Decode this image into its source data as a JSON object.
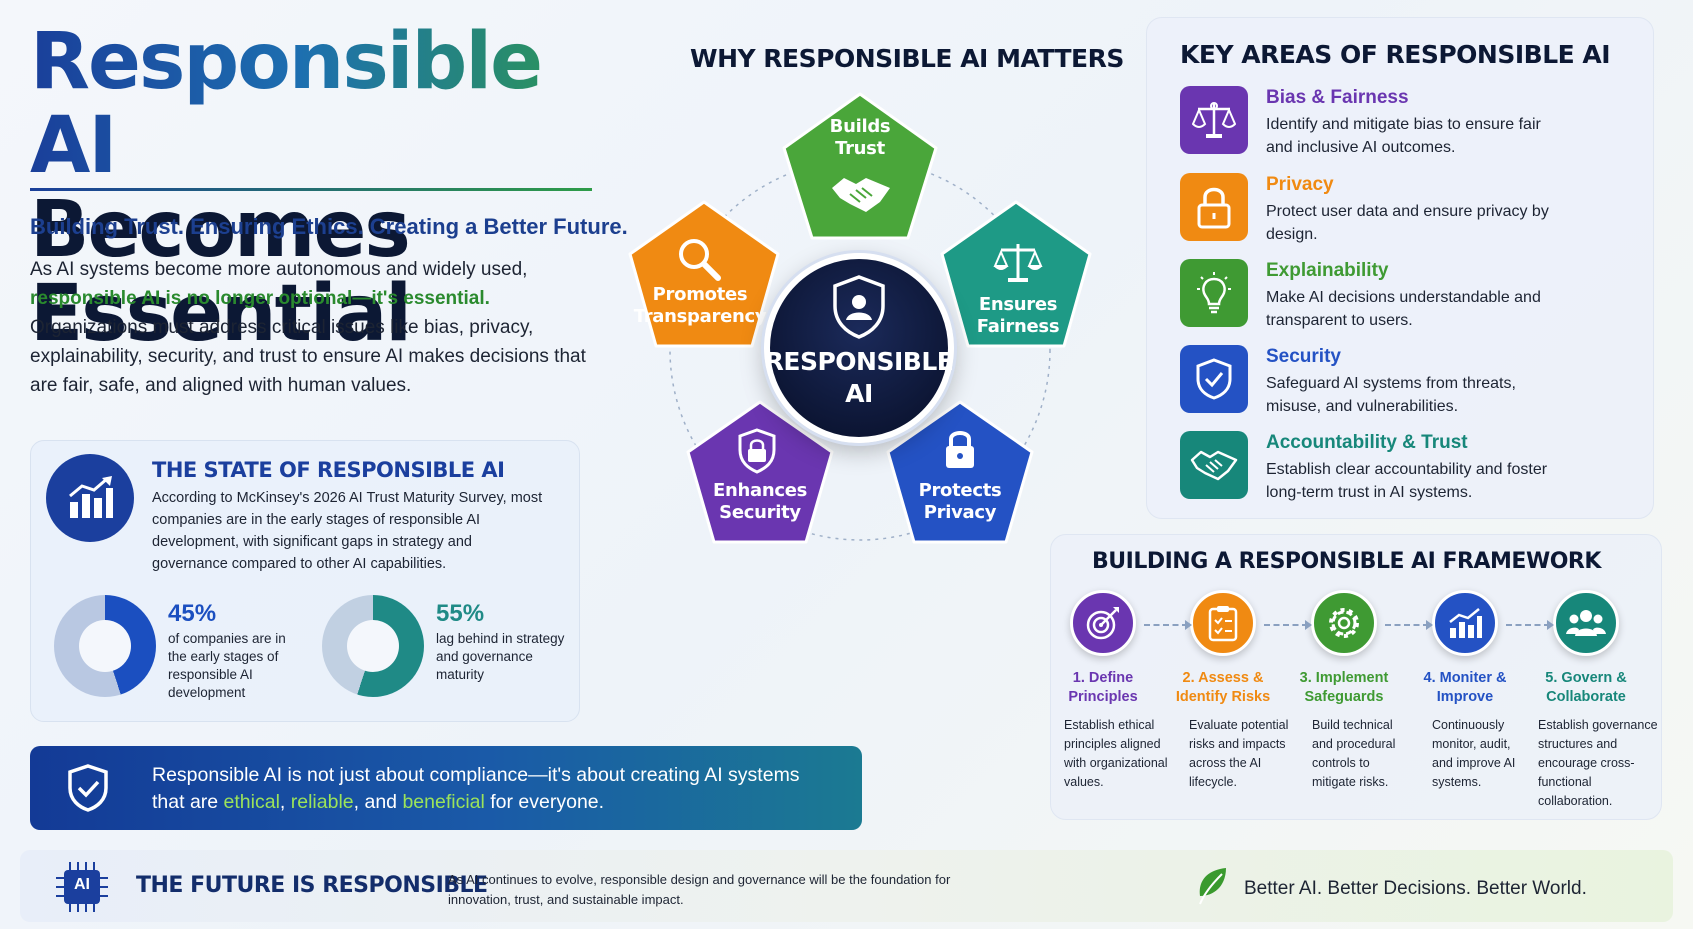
{
  "hero": {
    "title_line1": "Responsible AI",
    "title_line2": "Becomes Essential",
    "tagline": "Building Trust. Ensuring Ethics. Creating a Better Future.",
    "body_part1": "As AI systems become more autonomous and widely used,",
    "body_highlight": "responsible AI is no longer optional—it's essential.",
    "body_part2": "Organizations must address critical issues like bias, privacy, explainability, security, and trust to ensure AI makes decisions that are fair, safe, and aligned with human values."
  },
  "state": {
    "title": "THE STATE OF RESPONSIBLE AI",
    "text": "According to McKinsey's 2026 AI Trust Maturity Survey, most companies are in the early stages of responsible AI development, with significant gaps in strategy and governance compared to other AI capabilities.",
    "stats": [
      {
        "value": "45%",
        "percent": 45,
        "label": "of companies are in the early stages of responsible AI development",
        "color": "#1b4fc0"
      },
      {
        "value": "55%",
        "percent": 55,
        "label": "lag behind in strategy and governance maturity",
        "color": "#1f8a86"
      }
    ]
  },
  "banner": {
    "part1": "Responsible AI is not just about compliance—it's about creating AI systems that are ",
    "w1": "ethical",
    "sep1": ", ",
    "w2": "reliable",
    "sep2": ", and ",
    "w3": "beneficial",
    "part2": " for everyone."
  },
  "footer": {
    "chip_label": "AI",
    "title": "THE FUTURE IS RESPONSIBLE",
    "text": "As AI continues to evolve, responsible design and governance will be the foundation for innovation, trust, and sustainable impact.",
    "tagline": "Better AI. Better Decisions. Better World."
  },
  "why": {
    "title": "WHY RESPONSIBLE AI MATTERS",
    "center_line1": "RESPONSIBLE",
    "center_line2": "AI",
    "pillars": [
      {
        "line1": "Builds",
        "line2": "Trust",
        "color": "#4aa63a",
        "icon": "handshake-icon"
      },
      {
        "line1": "Ensures",
        "line2": "Fairness",
        "color": "#1e9a86",
        "icon": "scales-icon"
      },
      {
        "line1": "Protects",
        "line2": "Privacy",
        "color": "#2452c4",
        "icon": "lock-icon"
      },
      {
        "line1": "Enhances",
        "line2": "Security",
        "color": "#6a36b0",
        "icon": "shield-lock-icon"
      },
      {
        "line1": "Promotes",
        "line2": "Transparency",
        "color": "#f08a12",
        "icon": "magnifier-icon"
      }
    ]
  },
  "key_areas": {
    "title": "KEY AREAS OF RESPONSIBLE AI",
    "items": [
      {
        "title": "Bias & Fairness",
        "desc": "Identify and mitigate bias to ensure fair and inclusive AI outcomes.",
        "color": "#6a36b0",
        "icon": "scales-icon"
      },
      {
        "title": "Privacy",
        "desc": "Protect user data and ensure privacy by design.",
        "color": "#f08a12",
        "icon": "lock-icon"
      },
      {
        "title": "Explainability",
        "desc": "Make AI decisions understandable and transparent to users.",
        "color": "#3f9a33",
        "icon": "lightbulb-icon"
      },
      {
        "title": "Security",
        "desc": "Safeguard AI systems from threats, misuse, and vulnerabilities.",
        "color": "#2452c4",
        "icon": "shield-check-icon"
      },
      {
        "title": "Accountability & Trust",
        "desc": "Establish clear accountability and foster long-term trust in AI systems.",
        "color": "#17877a",
        "icon": "handshake-icon"
      }
    ]
  },
  "framework": {
    "title": "BUILDING A RESPONSIBLE AI FRAMEWORK",
    "steps": [
      {
        "line1": "1. Define",
        "line2": "Principles",
        "desc": "Establish ethical principles aligned with organizational values.",
        "color": "#6a36b0",
        "icon": "target-icon"
      },
      {
        "line1": "2. Assess &",
        "line2": "Identify Risks",
        "desc": "Evaluate potential risks and impacts across the AI lifecycle.",
        "color": "#f08a12",
        "icon": "clipboard-icon"
      },
      {
        "line1": "3. Implement",
        "line2": "Safeguards",
        "desc": "Build technical and procedural controls to mitigate risks.",
        "color": "#3f9a33",
        "icon": "gear-icon"
      },
      {
        "line1": "4. Moniter &",
        "line2": "Improve",
        "desc": "Continuously monitor, audit, and improve AI systems.",
        "color": "#2452c4",
        "icon": "bar-chart-icon"
      },
      {
        "line1": "5. Govern &",
        "line2": "Collaborate",
        "desc": "Establish governance structures and encourage cross-functional collaboration.",
        "color": "#17877a",
        "icon": "group-icon"
      }
    ]
  }
}
